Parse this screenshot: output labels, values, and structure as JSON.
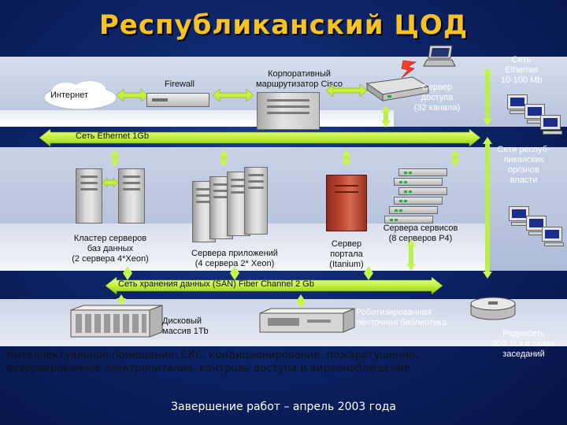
{
  "title": "Республиканский ЦОД",
  "labels": {
    "internet": "Интернет",
    "firewall": "Firewall",
    "router_line1": "Корпоративный",
    "router_line2": "маршрутизатор Cisco",
    "access_line1": "Сервер",
    "access_line2": "доступа",
    "access_line3": "(32 канала)",
    "eth_mb_line1": "Сеть",
    "eth_mb_line2": "Ethernet",
    "eth_mb_line3": "10-100 Mb",
    "eth_gb": "Сеть Ethernet 1Gb",
    "gov_line1": "Сети респуб-",
    "gov_line2": "ликанских",
    "gov_line3": "органов",
    "gov_line4": "власти",
    "cluster_line1": "Кластер серверов",
    "cluster_line2": "баз данных",
    "cluster_line3": "(2 сервера 4*Xeon)",
    "apps_line1": "Сервера приложений",
    "apps_line2": "(4 сервера 2* Xeon)",
    "portal_line1": "Сервер",
    "portal_line2": "портала",
    "portal_line3": "(Itanium)",
    "services_line1": "Сервера сервисов",
    "services_line2": "(8 серверов P4)",
    "san": "Сеть хранения данных (SAN) Fiber Channel 2 Gb",
    "disk_line1": "Дисковый",
    "disk_line2": "массив 1Tb",
    "tape_line1": "Роботизированная",
    "tape_line2": "ленточная библиотека",
    "radio_line1": "Радиосеть",
    "radio_line2": "802.11a в залах",
    "radio_line3": "заседаний",
    "infra_line1": "Интеллектуальное помещение: СКС, кондиционирование, пожаротушение,",
    "infra_line2": "резервированное электропитание, контроль доступа и видеонаблюдение",
    "completion": "Завершение работ – апрель 2003 года"
  },
  "colors": {
    "title": "#f6c323",
    "background": "#0d2468",
    "band": "#c4cde3",
    "arrow_green": "#c4ef3e",
    "portal_red": "#b83a2a"
  }
}
